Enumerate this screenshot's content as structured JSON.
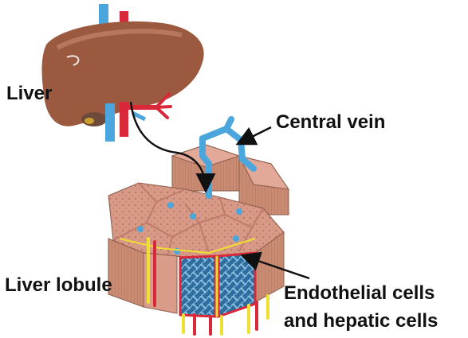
{
  "labels": {
    "liver": "Liver",
    "central_vein": "Central vein",
    "liver_lobule": "Liver lobule",
    "endothelial_line1": "Endothelial cells",
    "endothelial_line2": "and hepatic cells"
  },
  "colors": {
    "liver": "#9b5a3f",
    "lobule_tissue": "#d89a86",
    "vessel_blue": "#4aa6dc",
    "vessel_red": "#d8283a",
    "bile_yellow": "#f0df33",
    "sinusoid_blue": "#3d7fb3",
    "arrow": "#111111"
  }
}
